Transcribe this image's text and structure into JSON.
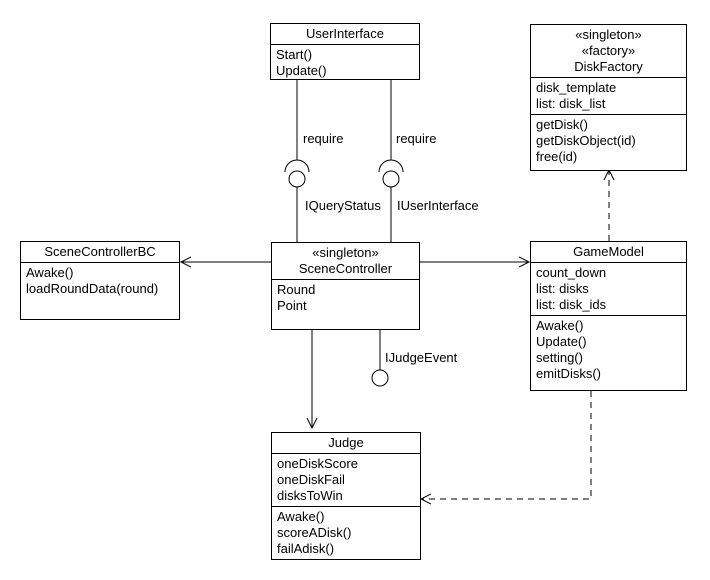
{
  "classes": {
    "user_interface": {
      "name": "UserInterface",
      "methods": [
        "Start()",
        "Update()"
      ]
    },
    "disk_factory": {
      "stereotypes": [
        "«singleton»",
        "«factory»"
      ],
      "name": "DiskFactory",
      "attributes": [
        "disk_template",
        "list: disk_list"
      ],
      "methods": [
        "getDisk()",
        "getDiskObject(id)",
        "free(id)"
      ]
    },
    "scene_controller_bc": {
      "name": "SceneControllerBC",
      "methods": [
        "Awake()",
        "loadRoundData(round)"
      ]
    },
    "scene_controller": {
      "stereotype": "«singleton»",
      "name": "SceneController",
      "attributes": [
        "Round",
        "Point"
      ]
    },
    "game_model": {
      "name": "GameModel",
      "attributes": [
        "count_down",
        "list: disks",
        "list: disk_ids"
      ],
      "methods": [
        "Awake()",
        "Update()",
        "setting()",
        "emitDisks()"
      ]
    },
    "judge": {
      "name": "Judge",
      "attributes": [
        "oneDiskScore",
        "oneDiskFail",
        "disksToWin"
      ],
      "methods": [
        "Awake()",
        "scoreADisk()",
        "failAdisk()"
      ]
    }
  },
  "labels": {
    "require_left": "require",
    "require_right": "require",
    "iquery_status": "IQueryStatus",
    "iuser_interface": "IUserInterface",
    "ijudge_event": "IJudgeEvent"
  }
}
